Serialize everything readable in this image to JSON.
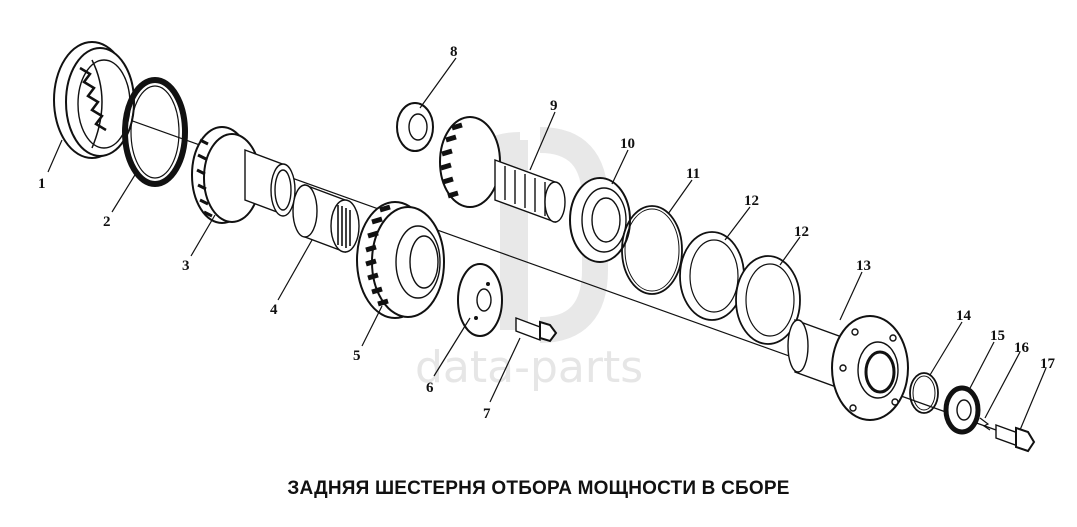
{
  "caption": "ЗАДНЯЯ ШЕСТЕРНЯ ОТБОРА МОЩНОСТИ В СБОРЕ",
  "watermark": "data-parts",
  "callouts": [
    "1",
    "2",
    "3",
    "4",
    "5",
    "6",
    "7",
    "8",
    "9",
    "10",
    "11",
    "12",
    "12",
    "13",
    "14",
    "15",
    "16",
    "17"
  ]
}
